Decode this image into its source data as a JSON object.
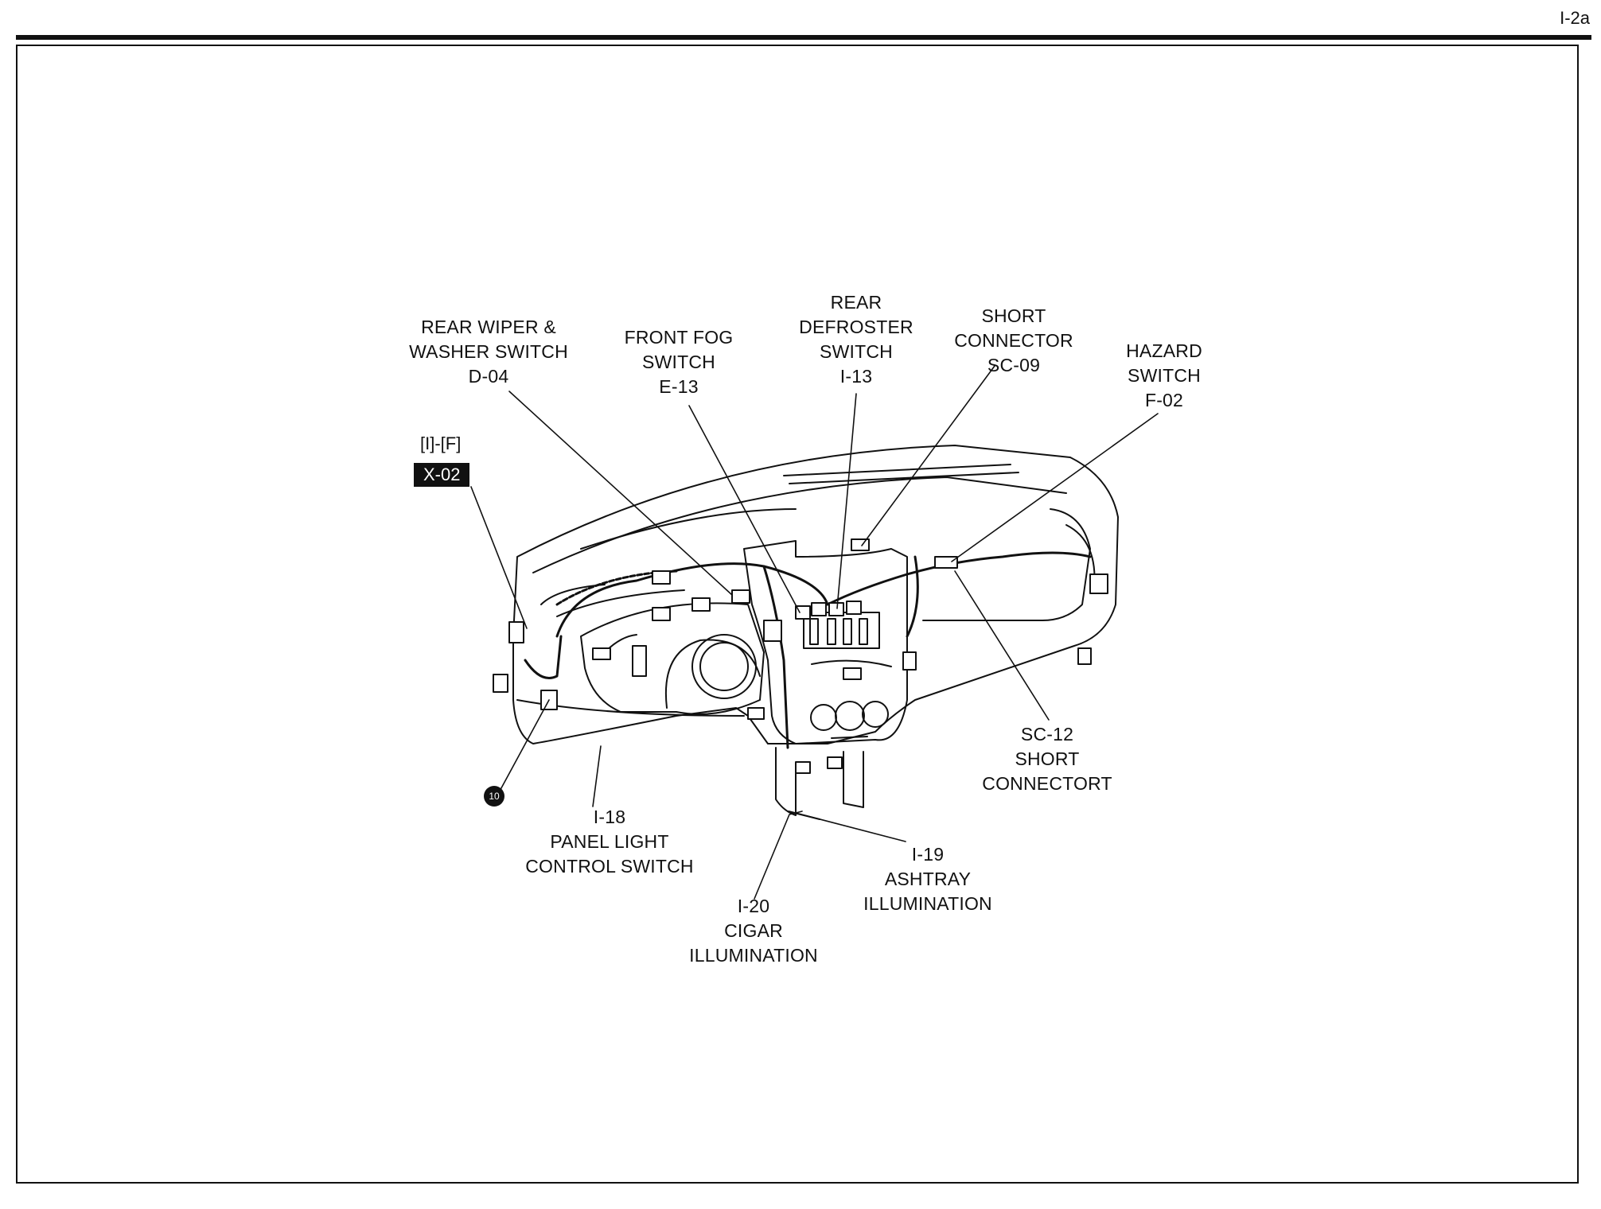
{
  "page": {
    "id": "I-2a"
  },
  "reference": {
    "tag": "[I]-[F]",
    "connector": "X-02"
  },
  "ground_badge": "10",
  "labels": {
    "rear_wiper": "REAR WIPER &\nWASHER SWITCH\nD-04",
    "front_fog": "FRONT FOG\nSWITCH\nE-13",
    "rear_defroster": "REAR\nDEFROSTER\nSWITCH\nI-13",
    "short_connector_sc09": "SHORT\nCONNECTOR\nSC-09",
    "hazard_switch": "HAZARD\nSWITCH\nF-02",
    "sc12": "SC-12\nSHORT\nCONNECTORT",
    "i18": "I-18\nPANEL LIGHT\nCONTROL SWITCH",
    "i19": "I-19\nASHTRAY\nILLUMINATION",
    "i20": "I-20\nCIGAR\nILLUMINATION"
  }
}
